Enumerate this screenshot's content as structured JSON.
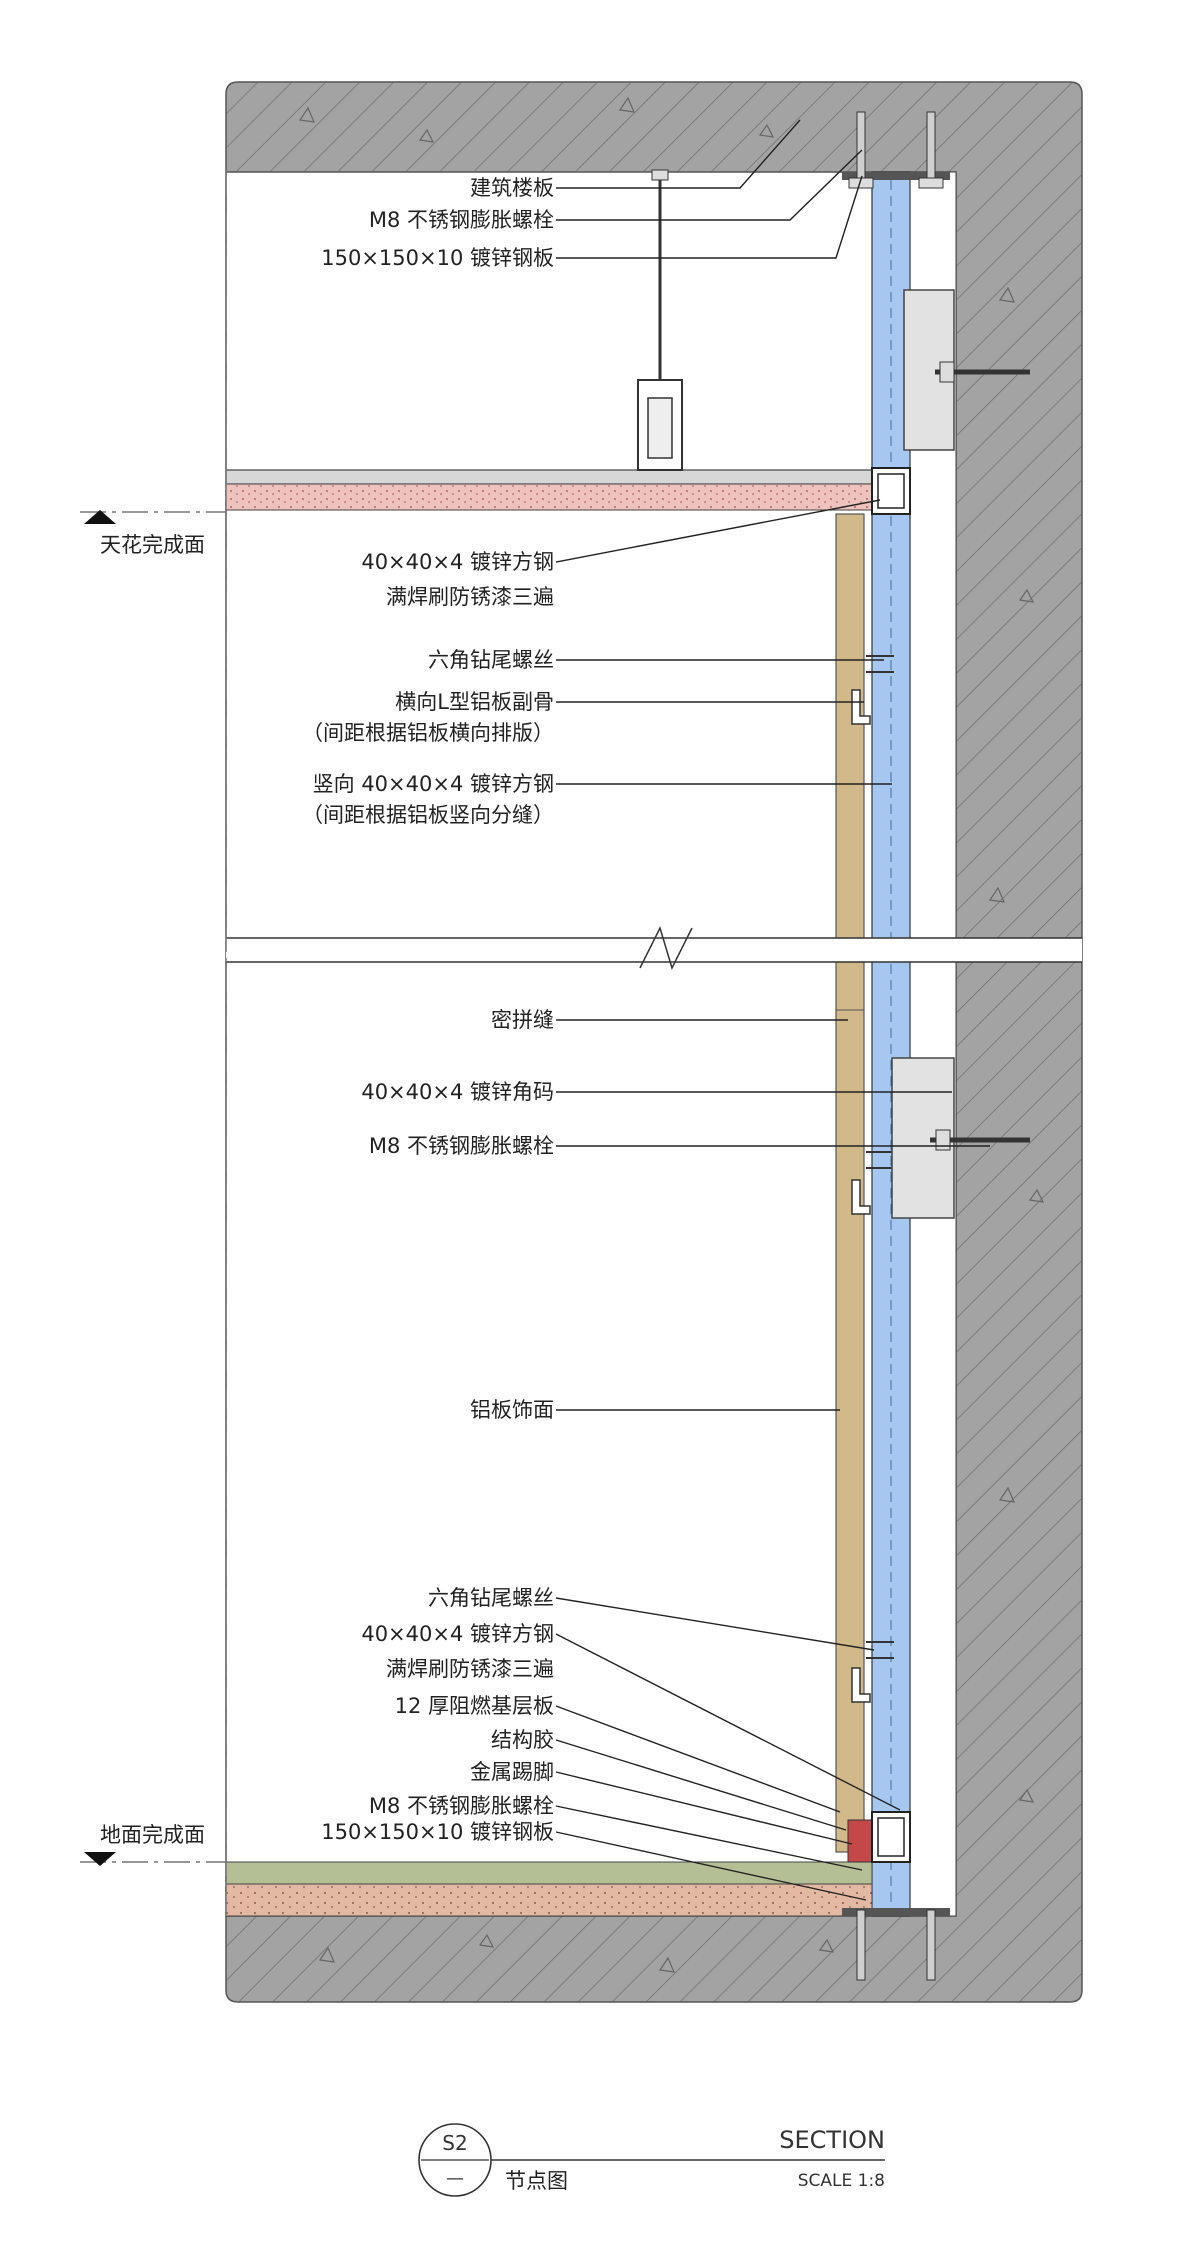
{
  "labels": {
    "l1": "建筑楼板",
    "l2": "M8 不锈钢膨胀螺栓",
    "l3": "150×150×10 镀锌钢板",
    "l4a": "40×40×4 镀锌方钢",
    "l4b": "满焊刷防锈漆三遍",
    "l5": "六角钻尾螺丝",
    "l6a": "横向L型铝板副骨",
    "l6b": "（间距根据铝板横向排版）",
    "l7a": "竖向 40×40×4 镀锌方钢",
    "l7b": "（间距根据铝板竖向分缝）",
    "l8": "密拼缝",
    "l9": "40×40×4 镀锌角码",
    "l10": "M8 不锈钢膨胀螺栓",
    "l11": "铝板饰面",
    "l12": "六角钻尾螺丝",
    "l13a": "40×40×4 镀锌方钢",
    "l13b": "满焊刷防锈漆三遍",
    "l14": "12 厚阻燃基层板",
    "l15": "结构胶",
    "l16": "金属踢脚",
    "l17": "M8 不锈钢膨胀螺栓",
    "l18": "150×150×10 镀锌钢板"
  },
  "levels": {
    "ceiling": "天花完成面",
    "floor": "地面完成面"
  },
  "title": {
    "ref_top": "S2",
    "ref_bottom": "—",
    "name": "节点图",
    "section": "SECTION",
    "scale": "SCALE 1:8"
  },
  "colors": {
    "concrete": "#a3a3a3",
    "panel": "#d2b98a",
    "cavity": "#a6c8f0",
    "insulation": "#eec3bd",
    "floor_finish": "#b5bf96",
    "screed": "#e4b9a3",
    "skirting": "#c54848"
  }
}
